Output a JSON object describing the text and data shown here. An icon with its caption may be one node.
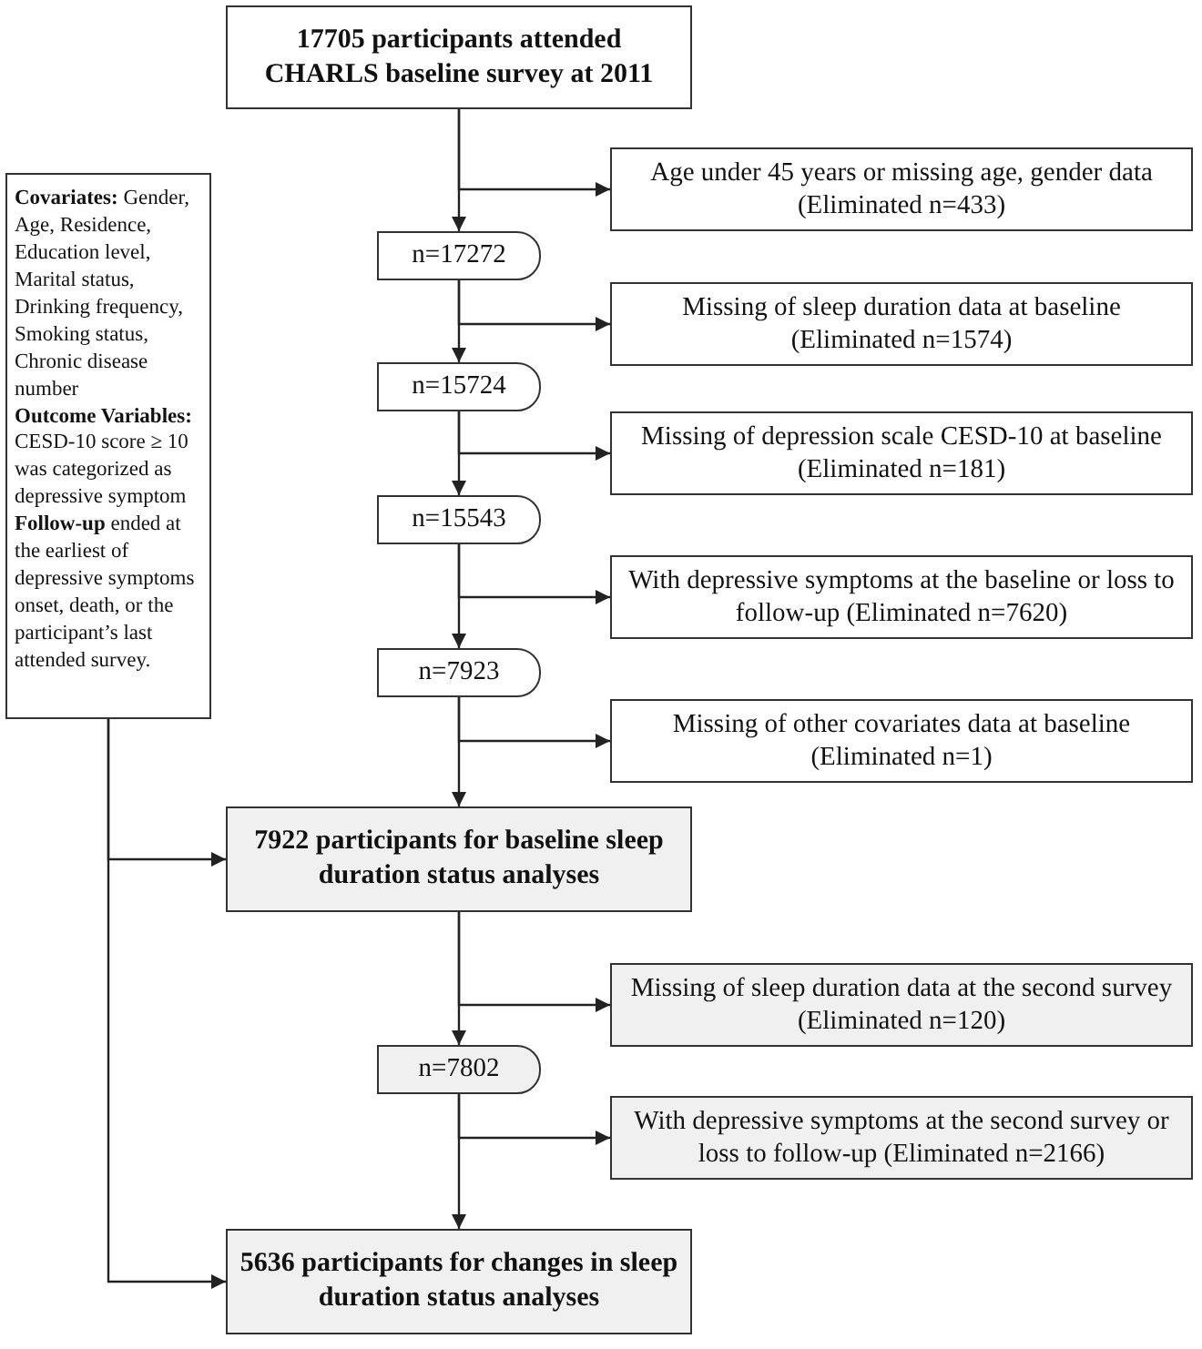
{
  "diagram": {
    "nodes": [
      {
        "text": [
          "17705 participants attended CHARLS baseline survey at 2011"
        ]
      },
      {
        "text": [
          "**Covariates:** Gender, Age, Residence, Education level, Marital status, Drinking frequency, Smoking status, Chronic disease number",
          "**Outcome Variables:** CESD-10 score ≥ 10 was categorized as depressive symptom",
          "**Follow-up** ended at the earliest of depressive symptoms onset, death, or the participant’s last attended survey."
        ]
      },
      {
        "text": [
          "n=17272"
        ]
      },
      {
        "text": [
          "Age under 45 years or missing age, gender data (Eliminated n=433)"
        ]
      },
      {
        "text": [
          "n=15724"
        ]
      },
      {
        "text": [
          "Missing of sleep duration data at baseline (Eliminated n=1574)"
        ]
      },
      {
        "text": [
          "n=15543"
        ]
      },
      {
        "text": [
          "Missing of depression scale CESD-10 at baseline (Eliminated n=181)"
        ]
      },
      {
        "text": [
          "n=7923"
        ]
      },
      {
        "text": [
          "With depressive symptoms at the baseline or loss to follow-up (Eliminated n=7620)"
        ]
      },
      {
        "text": [
          "Missing of other covariates data at baseline (Eliminated n=1)"
        ]
      },
      {
        "text": [
          "7922 participants for baseline sleep duration status analyses"
        ]
      },
      {
        "text": [
          "Missing of sleep duration data at the second survey (Eliminated n=120)"
        ]
      },
      {
        "text": [
          "n=7802"
        ]
      },
      {
        "text": [
          "With depressive symptoms at the second survey or loss to follow-up (Eliminated n=2166)"
        ]
      },
      {
        "text": [
          "5636 participants for changes in sleep duration status analyses"
        ]
      }
    ],
    "edges": [
      {
        "from": 0,
        "to": 2,
        "arrow": "to"
      },
      {
        "from": 0,
        "to": 3,
        "arrow": "to"
      },
      {
        "from": 2,
        "to": 4,
        "arrow": "to"
      },
      {
        "from": 2,
        "to": 5,
        "arrow": "to"
      },
      {
        "from": 4,
        "to": 6,
        "arrow": "to"
      },
      {
        "from": 4,
        "to": 7,
        "arrow": "to"
      },
      {
        "from": 6,
        "to": 8,
        "arrow": "to"
      },
      {
        "from": 6,
        "to": 9,
        "arrow": "to"
      },
      {
        "from": 8,
        "to": 11,
        "arrow": "to"
      },
      {
        "from": 8,
        "to": 10,
        "arrow": "to"
      },
      {
        "from": 11,
        "to": 13,
        "arrow": "to"
      },
      {
        "from": 11,
        "to": 12,
        "arrow": "to"
      },
      {
        "from": 13,
        "to": 15,
        "arrow": "to"
      },
      {
        "from": 13,
        "to": 14,
        "arrow": "to"
      },
      {
        "from": 1,
        "to": 11,
        "arrow": "to"
      },
      {
        "from": 1,
        "to": 15,
        "arrow": "to"
      }
    ]
  }
}
